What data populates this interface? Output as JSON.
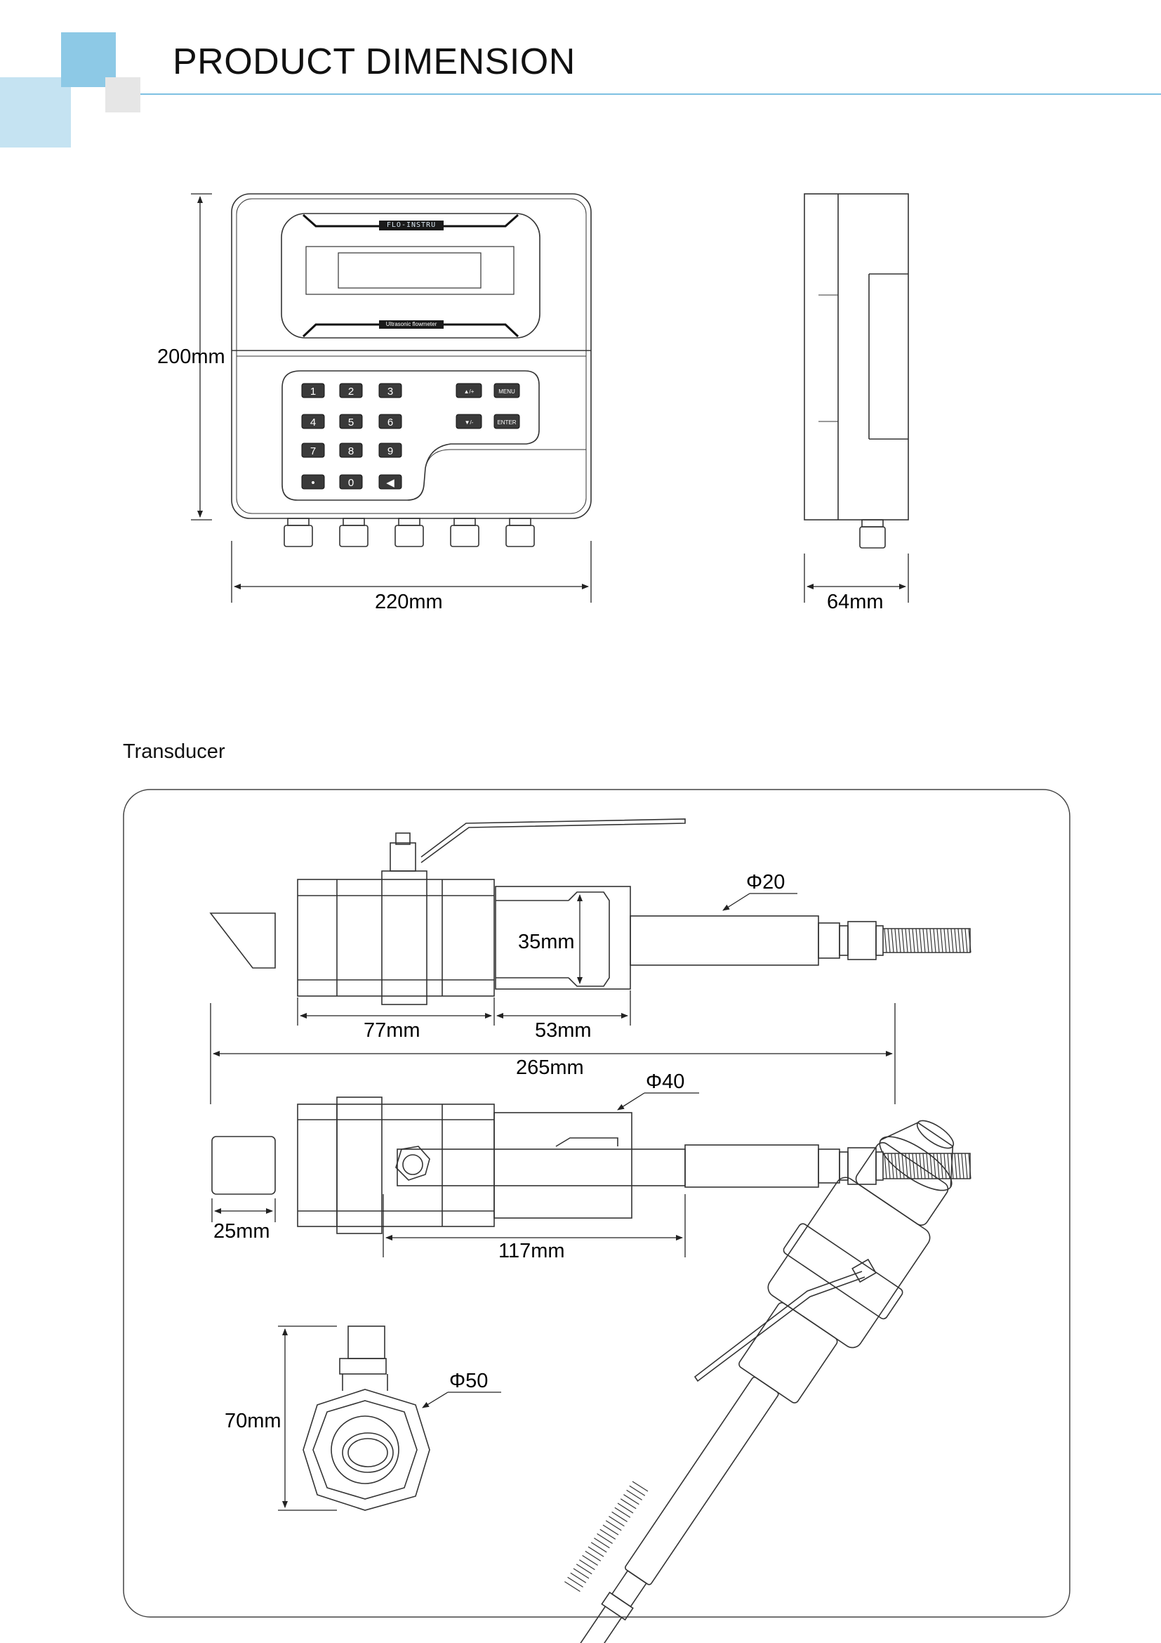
{
  "page": {
    "title": "PRODUCT DIMENSION",
    "section_label": "Transducer"
  },
  "colors": {
    "accent_light_blue": "#c5e3f2",
    "accent_blue": "#8dc9e6",
    "accent_gray": "#e6e6e6",
    "header_rule": "#7ec0e2",
    "line": "#333333"
  },
  "device": {
    "brand": "FLO-INSTRU",
    "caption": "Ultrasonic flowmeter",
    "keys": [
      "1",
      "2",
      "3",
      "4",
      "5",
      "6",
      "7",
      "8",
      "9",
      "•",
      "0",
      "◀"
    ],
    "nav_keys": [
      "▲/+",
      "MENU",
      "▼/-",
      "ENTER"
    ]
  },
  "dimensions": {
    "height": "200mm",
    "width": "220mm",
    "depth": "64mm",
    "tr_diameter_20": "Φ20",
    "tr_35": "35mm",
    "tr_77": "77mm",
    "tr_53": "53mm",
    "tr_265": "265mm",
    "tr_diameter_40": "Φ40",
    "tr_25": "25mm",
    "tr_117": "117mm",
    "tr_diameter_50": "Φ50",
    "tr_70": "70mm"
  }
}
